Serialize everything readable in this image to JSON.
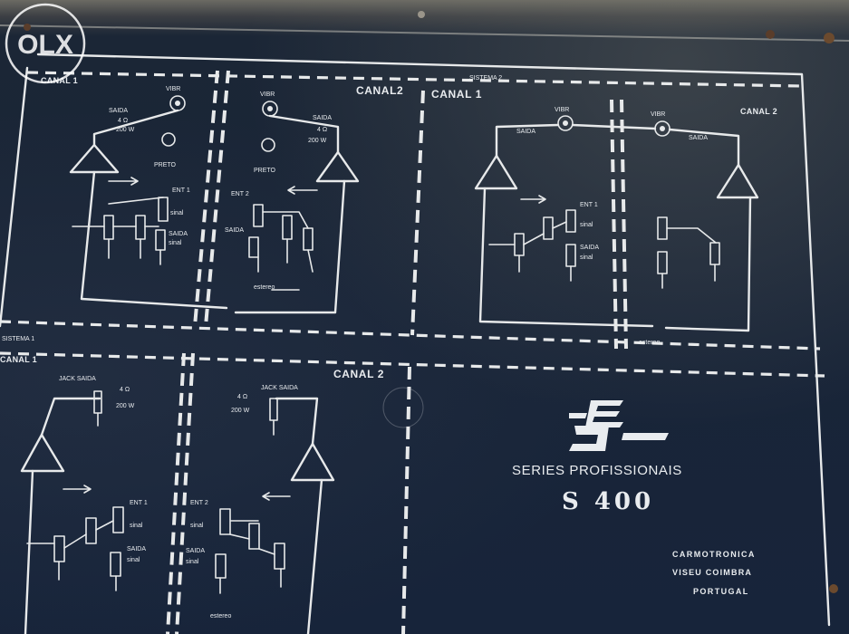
{
  "watermark": {
    "text": "OLX"
  },
  "panel": {
    "sections": {
      "sistema1_canal1": "CANAL 1",
      "sistema1_canal2": "CANAL2",
      "sistema2_label": "SISTEMA 2",
      "sistema2_canal1": "CANAL 1",
      "sistema2_canal2": "CANAL 2",
      "lower_left_label": "CANAL 1",
      "lower_left_sistema": "SISTEMA 1",
      "lower_canal2": "CANAL 2"
    },
    "labels": {
      "vibr_a": "VIBR",
      "vibr_b": "VIBR",
      "vibr_c": "VIBR",
      "vibr_d": "VIBR",
      "saida_a": "SAIDA",
      "saida_b": "SAIDA",
      "saida_c": "SAIDA",
      "saida_d": "SAIDA",
      "ohm_a": "4 Ω",
      "ohm_b": "4 Ω",
      "w_a": "200 W",
      "w_b": "200 W",
      "preto_a": "PRETO",
      "preto_b": "PRETO",
      "ent1_a": "ENT 1",
      "ent2_a": "ENT 2",
      "sinal_a": "sinal",
      "sinal_b": "sinal",
      "saida_sinal_a": "SAIDA",
      "saida_sinal_b": "SAIDA",
      "estereo_a": "estereo",
      "estereo_b": "estereo",
      "estereo_c": "estereo",
      "jack_saida_a": "JACK SAIDA",
      "jack_saida_b": "JACK SAIDA",
      "ohm_c": "4 Ω",
      "ohm_d": "4 Ω",
      "w_c": "200 W",
      "w_d": "200 W",
      "ent1_b": "ENT 1",
      "ent2_b": "ENT 2",
      "sinal_c": "sinal",
      "sinal_d": "sinal",
      "saida_c2": "SAIDA",
      "saida_d2": "SAIDA",
      "sinal_e": "sinal",
      "sinal_f": "sinal"
    },
    "brand": {
      "series": "SERIES PROFISSIONAIS",
      "model": "S 400",
      "maker": "CARMOTRONICA",
      "city": "VISEU  COIMBRA",
      "country": "PORTUGAL"
    }
  },
  "colors": {
    "panel": "#17243a",
    "ink": "#e7e9ea",
    "rust": "#6b4a2e"
  }
}
